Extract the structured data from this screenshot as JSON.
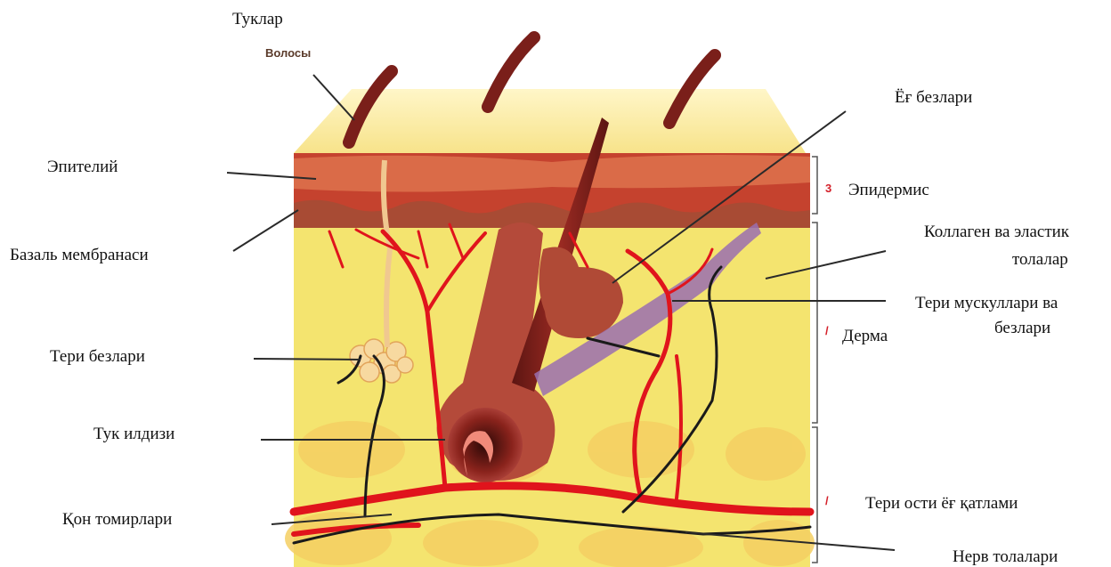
{
  "labels": {
    "hairs": "Туклар",
    "hair_tag": "Волосы",
    "epithelium": "Эпителий",
    "basal_membrane": "Базаль мембранаси",
    "sweat_glands": "Тери безлари",
    "hair_root": "Тук илдизи",
    "blood_vessels": "Қон томирлари",
    "sebaceous_glands": "Ёғ безлари",
    "epidermis": "Эпидермис",
    "collagen_line1": "Коллаген ва эластик",
    "collagen_line2": "толалар",
    "muscles_line1": "Тери мускуллари ва",
    "muscles_line2": "безлари",
    "dermis": "Дерма",
    "subcutaneous": "Тери ости ёғ қатлами",
    "nerve_fibers": "Нерв толалари"
  },
  "colors": {
    "fat": "#f5e27a",
    "fat_light": "#fbeea8",
    "dermis": "#f3e36c",
    "epidermis": "#c9402e",
    "basal": "#a94a32",
    "hair": "#7a1f1a",
    "vessel": "#e0141c",
    "nerve": "#1a1a1a",
    "muscle": "#9a6fb0"
  }
}
